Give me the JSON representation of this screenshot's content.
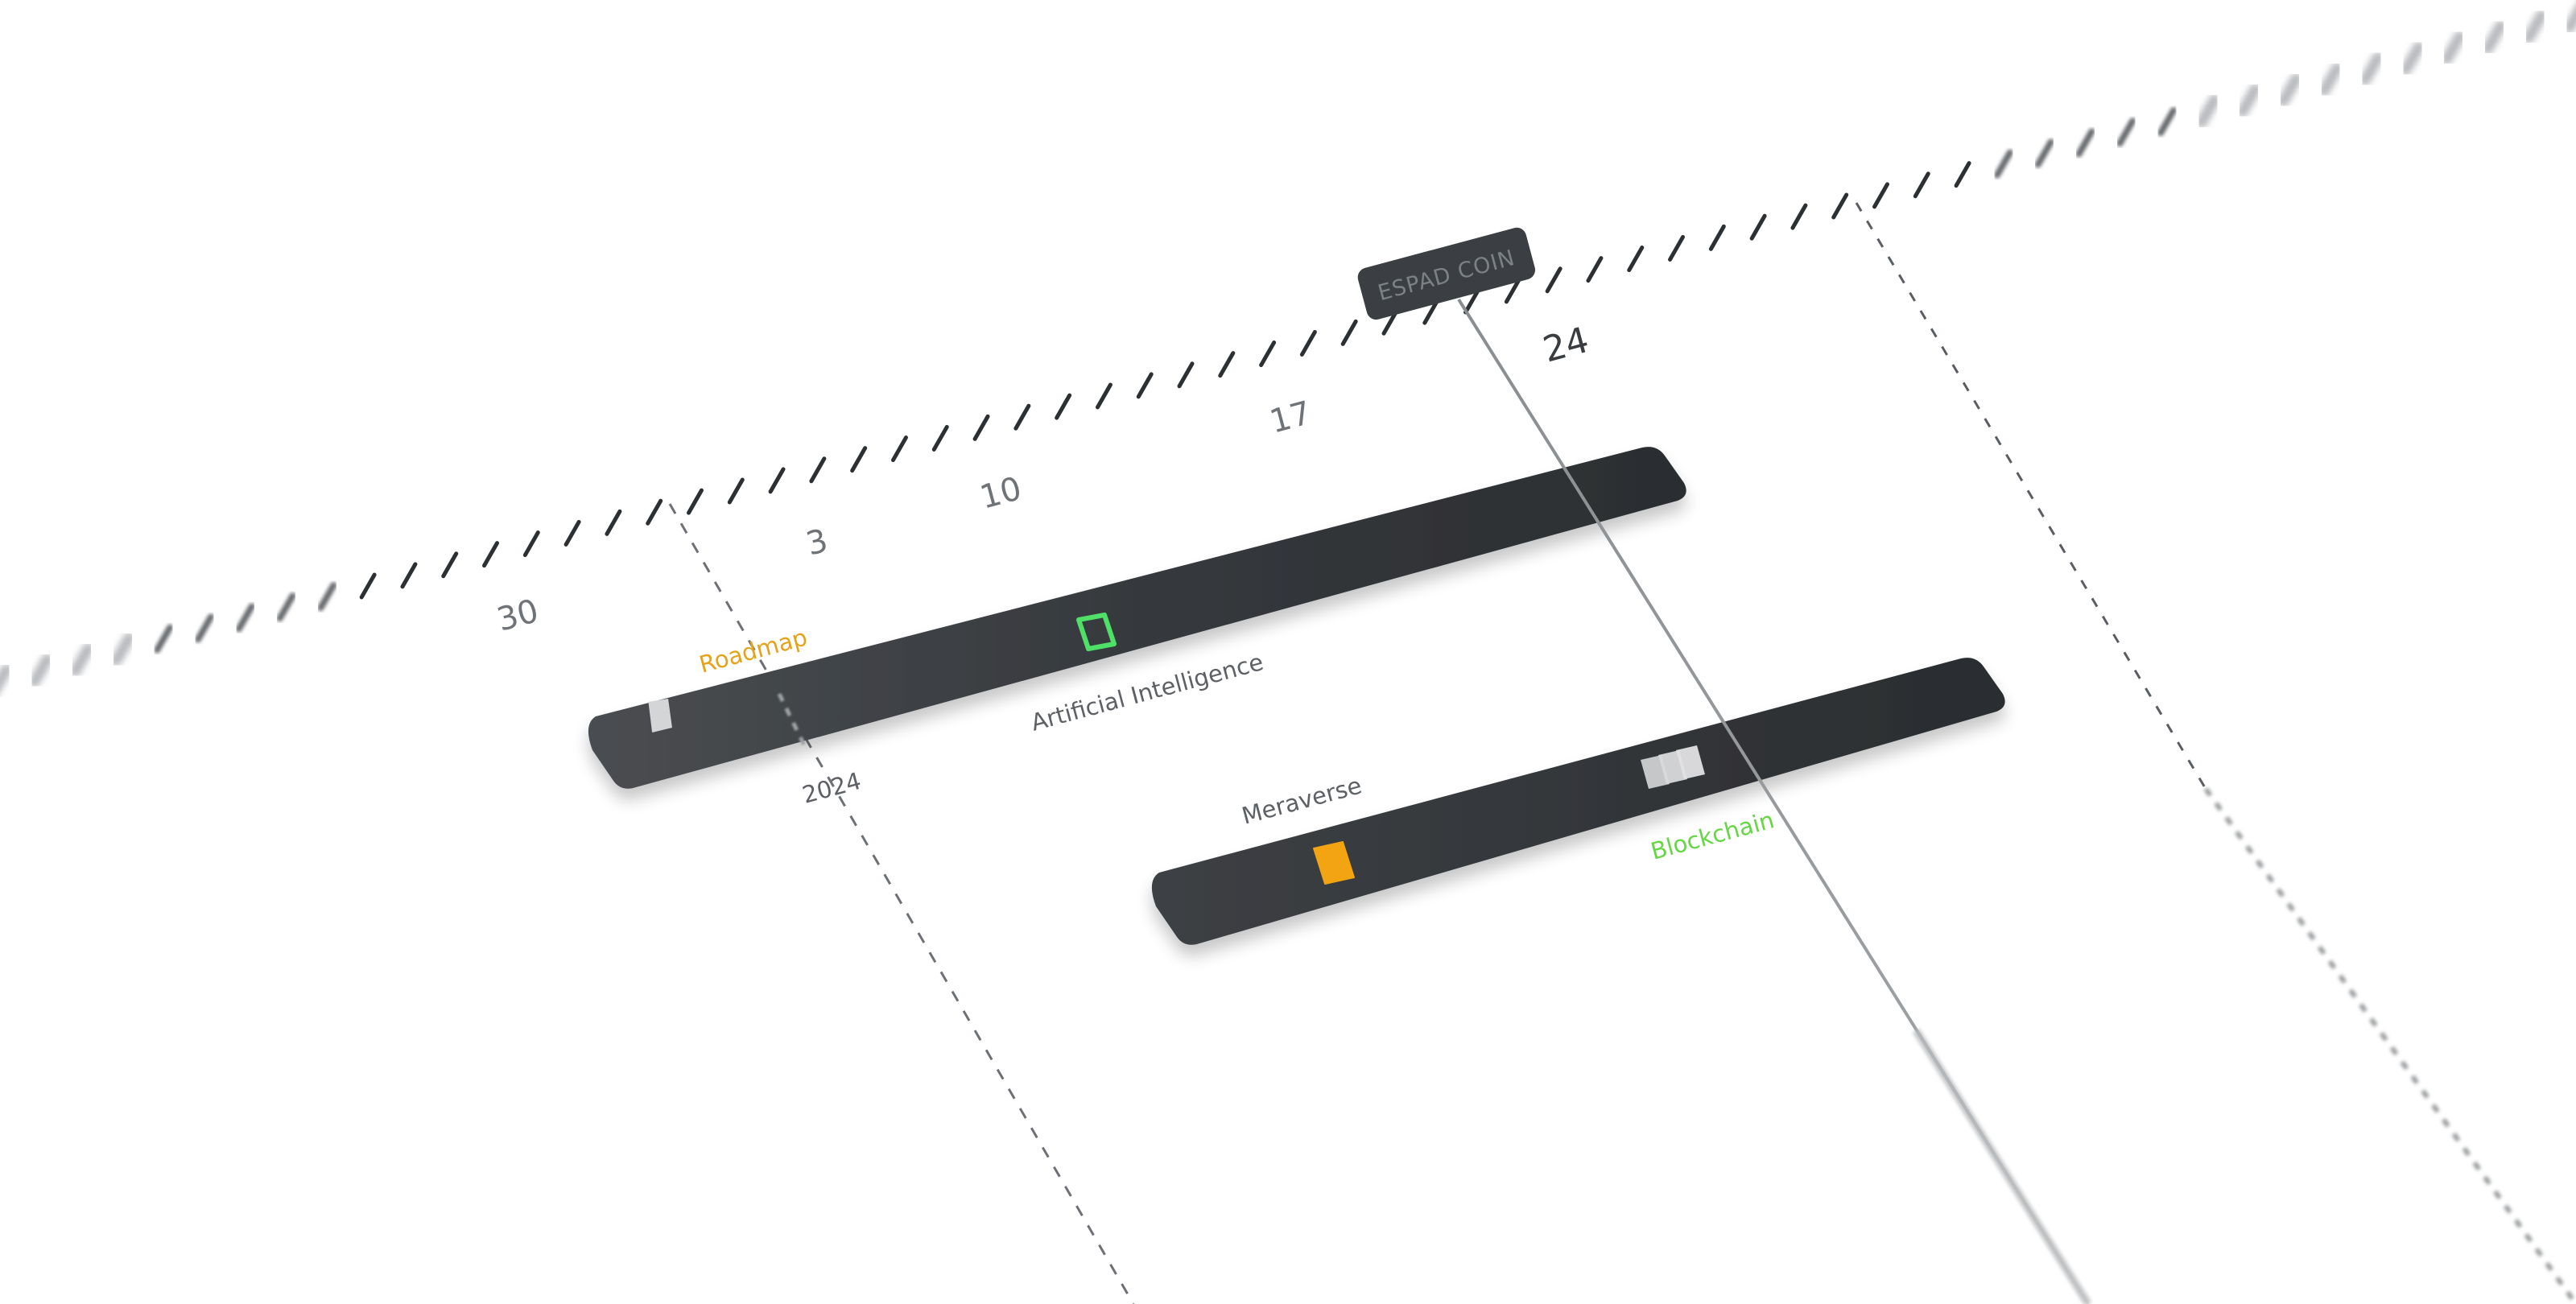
{
  "timeline": {
    "ticks": [
      "30",
      "3",
      "10",
      "17",
      "24"
    ],
    "highlighted_tick": "24"
  },
  "today_marker": {
    "label": "ESPAD COIN"
  },
  "year_label": "2024",
  "tasks": [
    {
      "name": "Artificial Intelligence",
      "bar_color": "#33363a",
      "milestones": [
        {
          "kind": "roadmap",
          "label": "Roadmap",
          "label_color": "#e6a31a",
          "icon": "diamond-icon",
          "color": "#d9dadb"
        },
        {
          "kind": "ai",
          "label": "",
          "icon": "diamond-outline-icon",
          "color": "#52e36a"
        }
      ]
    },
    {
      "name": "Meraverse",
      "bar_color": "#2f3236",
      "milestones": [
        {
          "kind": "metaverse",
          "label": "",
          "icon": "diamond-icon",
          "color": "#f2a413"
        },
        {
          "kind": "blockchain",
          "label": "Blockchain",
          "label_color": "#66d644",
          "icon": "stacked-diamonds-icon",
          "color": "#c9cbcd"
        }
      ]
    }
  ]
}
